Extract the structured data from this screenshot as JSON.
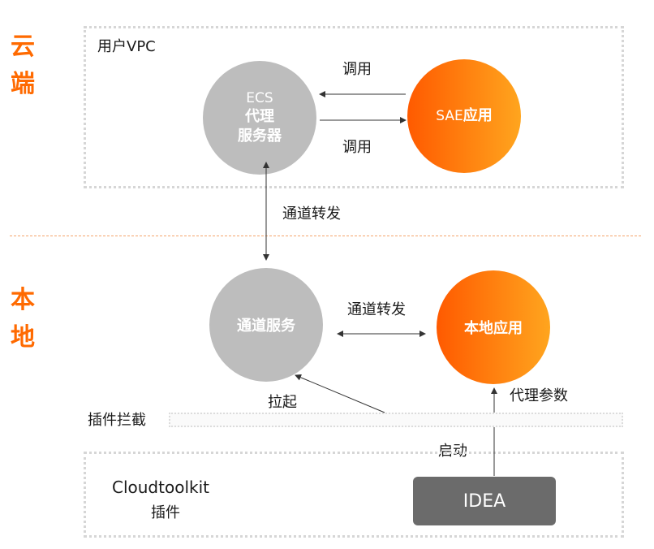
{
  "cloud": {
    "side_label_1": "云",
    "side_label_2": "端",
    "vpc_label": "用户VPC",
    "ecs": {
      "line1": "ECS",
      "line2": "代理",
      "line3": "服务器"
    },
    "sae": {
      "prefix": "SAE",
      "suffix": "应用"
    },
    "call_top": "调用",
    "call_bottom": "调用"
  },
  "tunnel_forward_vertical": "通道转发",
  "local": {
    "side_label_1": "本",
    "side_label_2": "地",
    "tunnel_service": "通道服务",
    "local_app": "本地应用",
    "tunnel_forward": "通道转发",
    "pull_up": "拉起",
    "proxy_params": "代理参数",
    "plugin_intercept": "插件拦截",
    "start": "启动"
  },
  "plugin": {
    "name_line1": "Cloudtoolkit",
    "name_line2": "插件",
    "idea": "IDEA"
  },
  "colors": {
    "accent": "#ff6a00",
    "gray_node": "#bdbdbd",
    "idea_box": "#6b6b6b"
  }
}
